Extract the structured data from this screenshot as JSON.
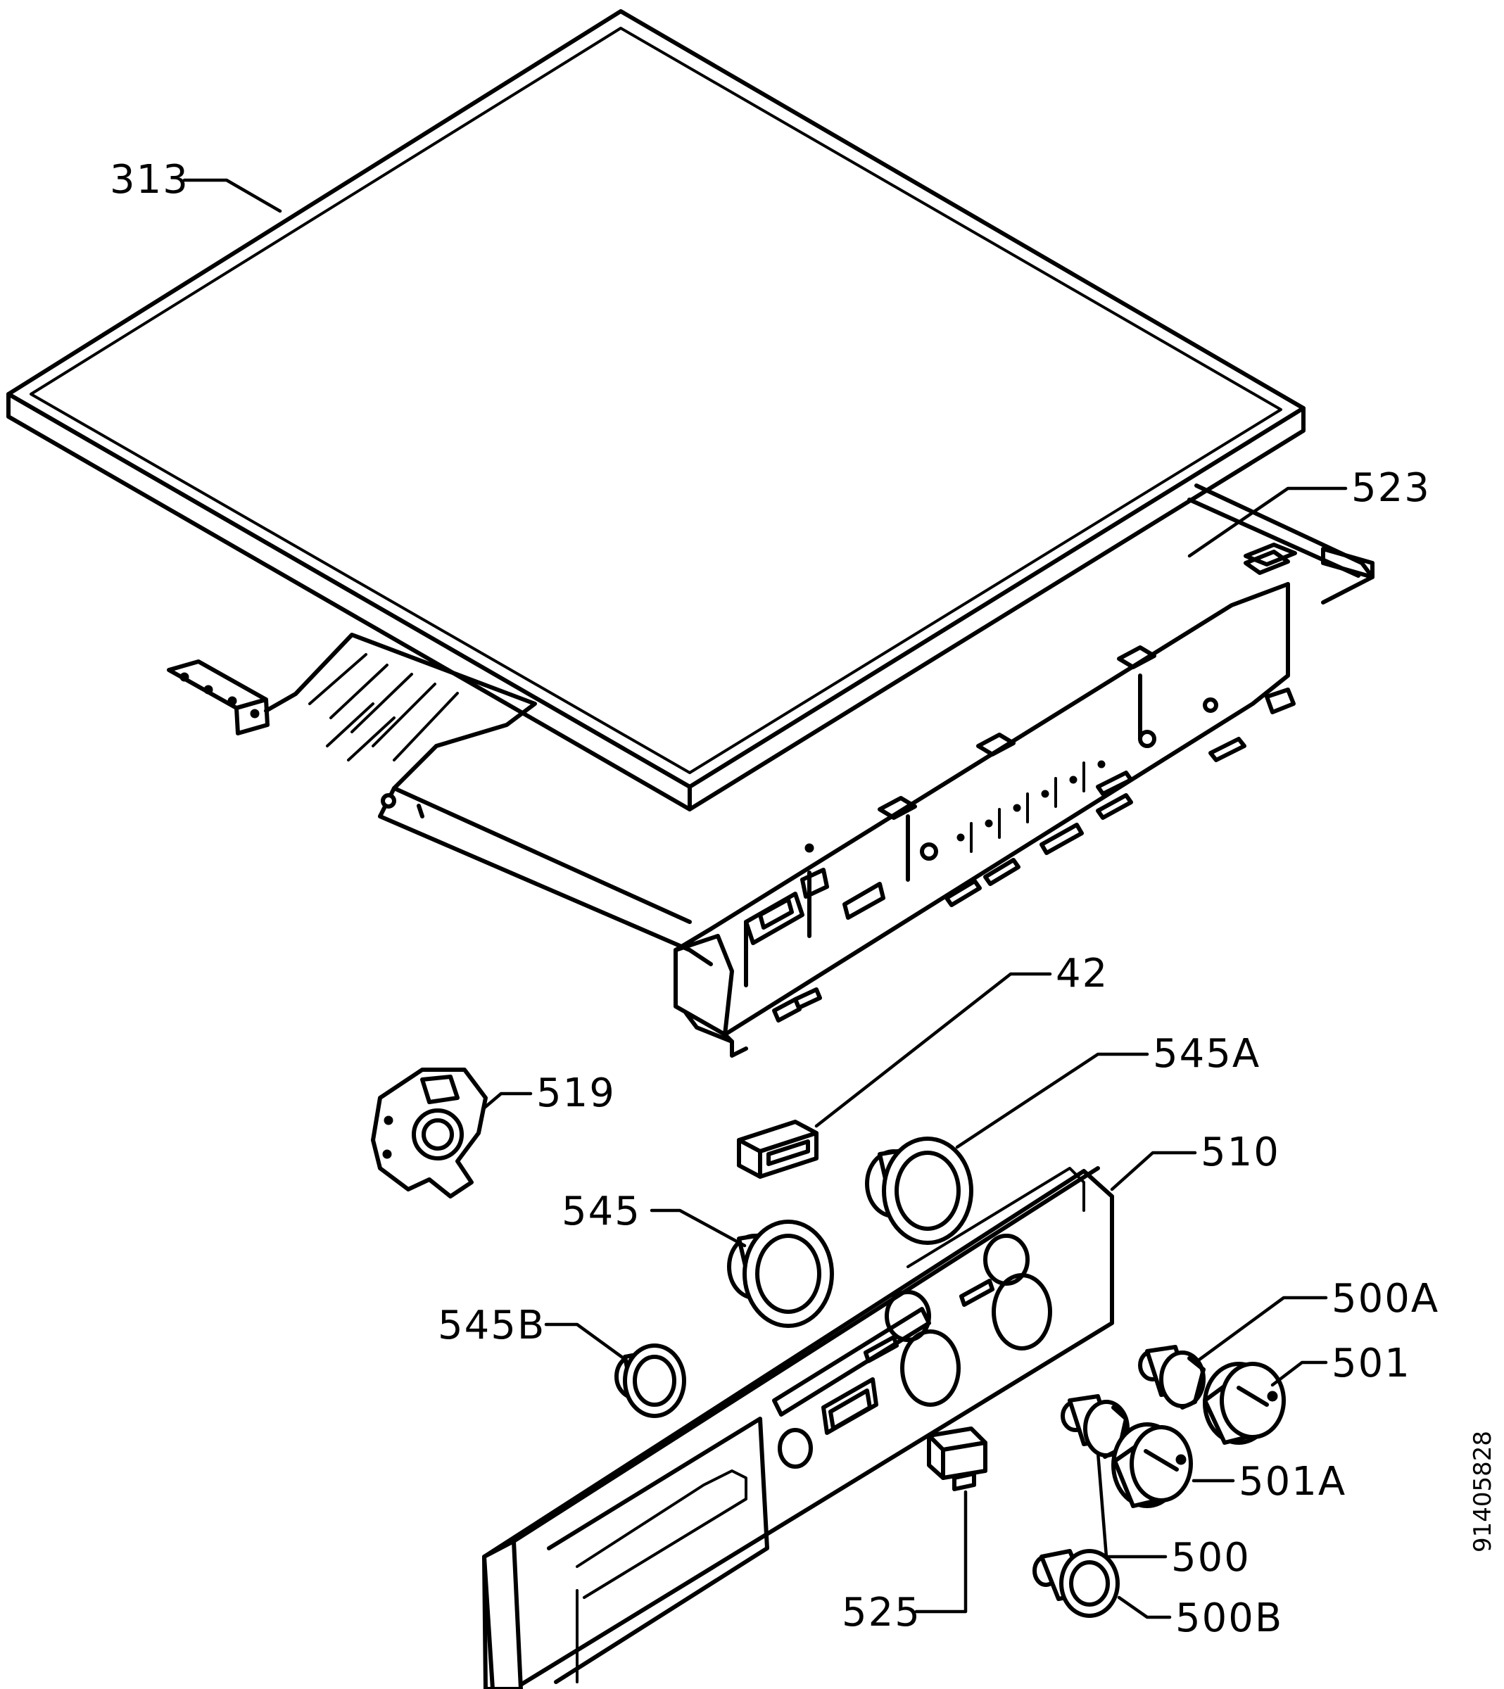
{
  "drawing_code": "91405828",
  "callouts": [
    {
      "id": "313",
      "text": "313"
    },
    {
      "id": "523",
      "text": "523"
    },
    {
      "id": "42",
      "text": "42"
    },
    {
      "id": "519",
      "text": "519"
    },
    {
      "id": "545A",
      "text": "545A"
    },
    {
      "id": "510",
      "text": "510"
    },
    {
      "id": "545",
      "text": "545"
    },
    {
      "id": "545B",
      "text": "545B"
    },
    {
      "id": "500A",
      "text": "500A"
    },
    {
      "id": "501",
      "text": "501"
    },
    {
      "id": "501A",
      "text": "501A"
    },
    {
      "id": "500",
      "text": "500"
    },
    {
      "id": "525",
      "text": "525"
    },
    {
      "id": "500B",
      "text": "500B"
    }
  ]
}
